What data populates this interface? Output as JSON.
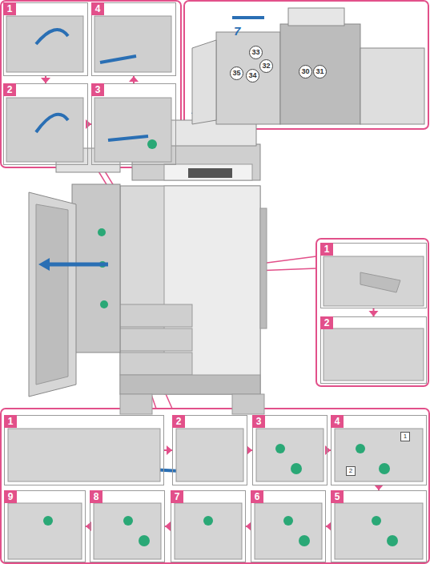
{
  "diagram": {
    "nodes": [
      {
        "text": [
          "1"
        ]
      },
      {
        "text": [
          "4"
        ]
      },
      {
        "text": [
          "2"
        ]
      },
      {
        "text": [
          "3"
        ]
      },
      {
        "text": [
          "1"
        ]
      },
      {
        "text": [
          "2"
        ]
      },
      {
        "text": [
          "1"
        ]
      },
      {
        "text": [
          "2"
        ]
      },
      {
        "text": [
          "3"
        ]
      },
      {
        "text": [
          "4"
        ]
      },
      {
        "text": [
          "9"
        ]
      },
      {
        "text": [
          "8"
        ]
      },
      {
        "text": [
          "7"
        ]
      },
      {
        "text": [
          "6"
        ]
      },
      {
        "text": [
          "5"
        ]
      }
    ],
    "edges": [
      {
        "from": 0,
        "to": 2,
        "arrow": "to"
      },
      {
        "from": 2,
        "to": 3,
        "arrow": "to"
      },
      {
        "from": 3,
        "to": 1,
        "arrow": "to"
      },
      {
        "from": 4,
        "to": 5,
        "arrow": "to"
      },
      {
        "from": 6,
        "to": 7,
        "arrow": "to"
      },
      {
        "from": 7,
        "to": 8,
        "arrow": "to"
      },
      {
        "from": 8,
        "to": 9,
        "arrow": "to"
      },
      {
        "from": 9,
        "to": 14,
        "arrow": "to"
      },
      {
        "from": 14,
        "to": 13,
        "arrow": "to"
      },
      {
        "from": 13,
        "to": 12,
        "arrow": "to"
      },
      {
        "from": 12,
        "to": 11,
        "arrow": "to"
      },
      {
        "from": 11,
        "to": 10,
        "arrow": "to"
      }
    ],
    "labels": [
      "7",
      "33",
      "32",
      "35",
      "34",
      "30",
      "31",
      "1",
      "2"
    ]
  }
}
